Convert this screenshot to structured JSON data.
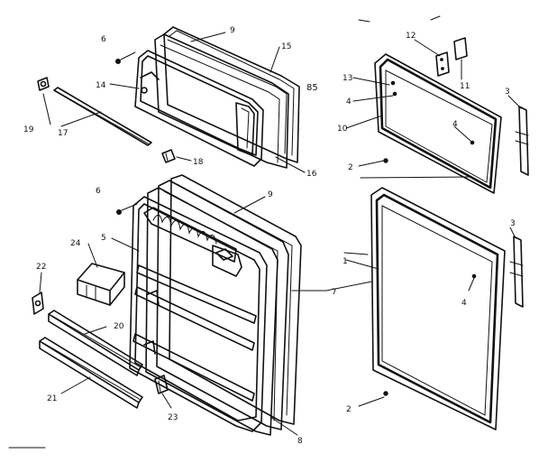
{
  "diagram": {
    "code": "85",
    "callouts": {
      "c1": "1",
      "c2a": "2",
      "c2b": "2",
      "c3a": "3",
      "c3b": "3",
      "c4a": "4",
      "c4b": "4",
      "c4c": "4",
      "c5": "5",
      "c6a": "6",
      "c6b": "6",
      "c7": "7",
      "c8": "8",
      "c9a": "9",
      "c9b": "9",
      "c10": "10",
      "c11": "11",
      "c12": "12",
      "c13": "13",
      "c14": "14",
      "c15": "15",
      "c16": "16",
      "c17": "17",
      "c18": "18",
      "c19": "19",
      "c20": "20",
      "c21": "21",
      "c22": "22",
      "c23": "23",
      "c24": "24"
    }
  }
}
